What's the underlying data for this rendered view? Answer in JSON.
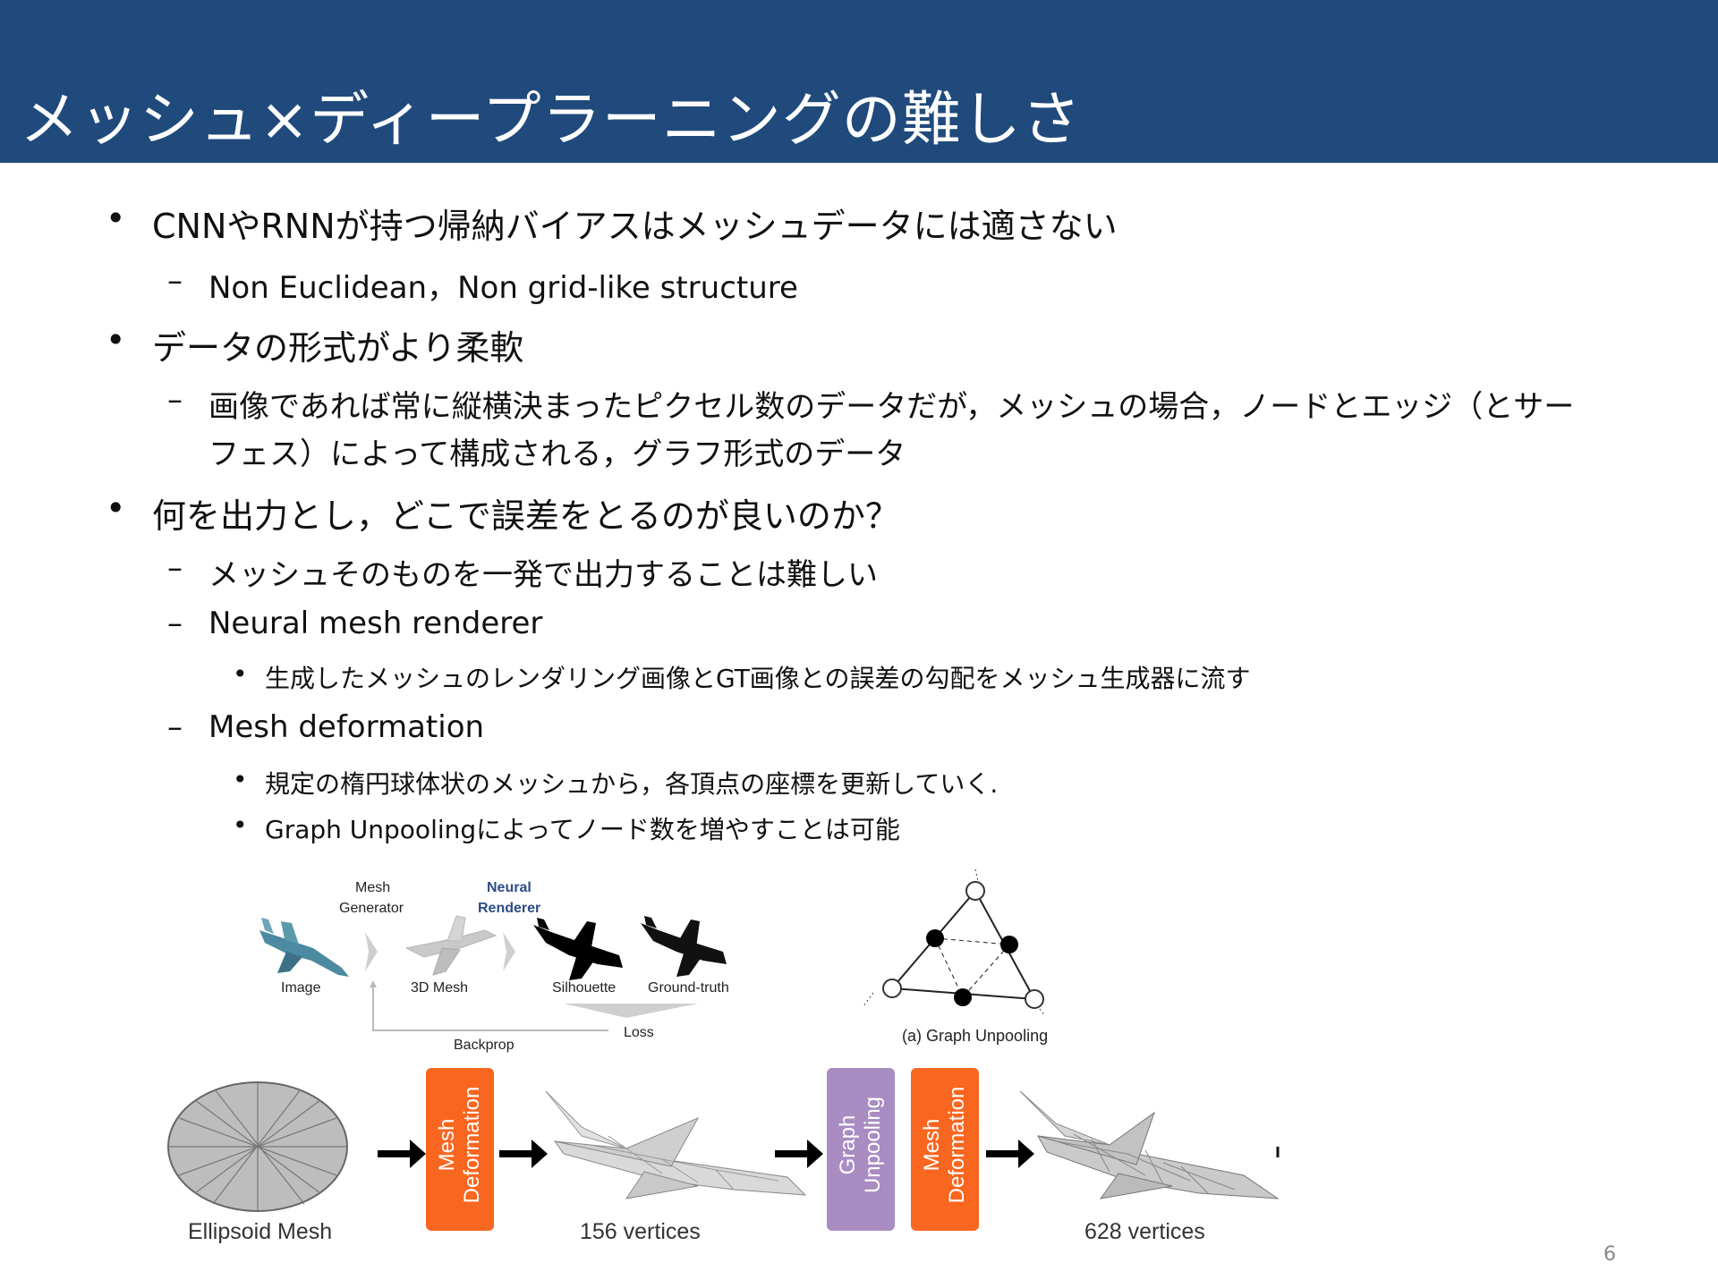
{
  "slide": {
    "title": "メッシュ×ディープラーニングの難しさ",
    "page_number": "6"
  },
  "bullets": [
    {
      "text": "CNNやRNNが持つ帰納バイアスはメッシュデータには適さない",
      "sub": [
        {
          "text": "Non Euclidean，Non grid-like structure"
        }
      ]
    },
    {
      "text": "データの形式がより柔軟",
      "sub": [
        {
          "line1": "画像であれば常に縦横決まったピクセル数のデータだが，メッシュの場合，ノードとエッジ（とサー",
          "line2": "フェス）によって構成される，グラフ形式のデータ"
        }
      ]
    },
    {
      "text": "何を出力とし，どこで誤差をとるのが良いのか？",
      "sub": [
        {
          "text": "メッシュそのものを一発で出力することは難しい"
        },
        {
          "text": "Neural mesh renderer",
          "sub": [
            {
              "text": "生成したメッシュのレンダリング画像とGT画像との誤差の勾配をメッシュ生成器に流す"
            }
          ]
        },
        {
          "text": "Mesh deformation",
          "sub": [
            {
              "text": "規定の楕円球体状のメッシュから，各頂点の座標を更新していく."
            },
            {
              "text": "Graph Unpoolingによってノード数を増やすことは可能"
            }
          ]
        }
      ]
    }
  ],
  "markers": {
    "bullet": "•",
    "dash": "–"
  },
  "figure_nmr": {
    "mesh_generator": [
      "Mesh",
      "Generator"
    ],
    "neural_renderer": [
      "Neural",
      "Renderer"
    ],
    "image": "Image",
    "mesh3d": "3D Mesh",
    "silhouette": "Silhouette",
    "ground_truth": "Ground-truth",
    "loss": "Loss",
    "backprop": "Backprop"
  },
  "figure_unpool": {
    "caption": "(a) Graph Unpooling"
  },
  "figure_deform": {
    "ellipsoid": "Ellipsoid Mesh",
    "deform_box": [
      "Mesh",
      "Deformation"
    ],
    "unpool_box": [
      "Graph",
      "Unpooling"
    ],
    "v1": "156 vertices",
    "v2": "628 vertices"
  },
  "colors": {
    "title_bg": "#204a7c",
    "deform_box": "#f9661f",
    "unpool_box": "#a88cc2",
    "renderer_text": "#2c4d86"
  }
}
